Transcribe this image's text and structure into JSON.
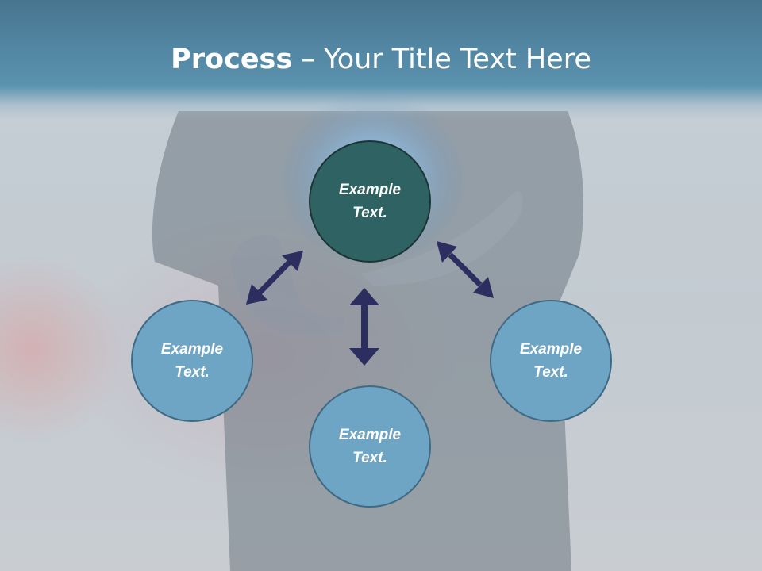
{
  "slide": {
    "title_bold": "Process",
    "title_rest": " – Your Title Text Here"
  },
  "nodes": {
    "center": {
      "line1": "Example",
      "line2": "Text."
    },
    "left": {
      "line1": "Example",
      "line2": "Text."
    },
    "bottom": {
      "line1": "Example",
      "line2": "Text."
    },
    "right": {
      "line1": "Example",
      "line2": "Text."
    }
  },
  "colors": {
    "header": "#5286a2",
    "center_node": "#2f6363",
    "outer_node": "#6fa5c4",
    "arrow": "#2b2e5e"
  }
}
